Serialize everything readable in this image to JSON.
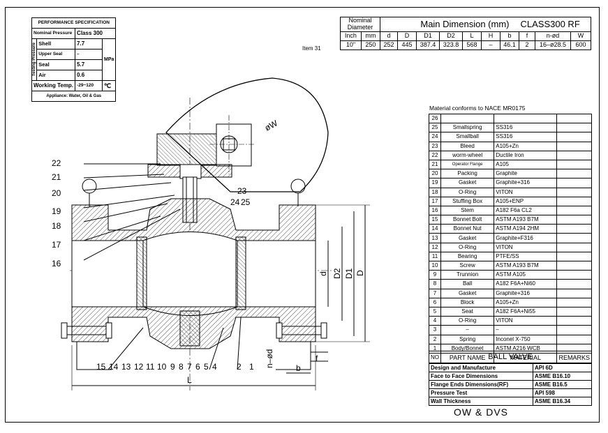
{
  "performance_spec": {
    "title": "PERFORMANCE SPECIFICATION",
    "nominal_pressure_label": "Nominal Pressure",
    "nominal_pressure_value": "Class 300",
    "testing_pressure_label": "Testing Pressure",
    "rows": [
      {
        "label": "Shell",
        "value": "7.7"
      },
      {
        "label": "Upper Seal",
        "value": "–"
      },
      {
        "label": "Seal",
        "value": "5.7"
      },
      {
        "label": "Air",
        "value": "0.6"
      }
    ],
    "unit": "MPa",
    "working_temp_label": "Working Temp.",
    "working_temp_value": "-29~120",
    "working_temp_unit": "℃",
    "appliance": "Appliance: Water, Oil & Gas"
  },
  "item_label": "Item 31",
  "dimension_table": {
    "nominal_diameter": "Nominal Diameter",
    "title": "Main Dimension (mm)",
    "class": "CLASS300 RF",
    "headers": [
      "Inch",
      "mm",
      "d",
      "D",
      "D1",
      "D2",
      "L",
      "H",
      "b",
      "f",
      "n-ød",
      "W"
    ],
    "values": [
      "10\"",
      "250",
      "252",
      "445",
      "387.4",
      "323.8",
      "568",
      "–",
      "46.1",
      "2",
      "16–ø28.5",
      "600"
    ]
  },
  "materials": {
    "title": "Material conforms to NACE MR0175",
    "rows": [
      {
        "no": "26",
        "name": "",
        "material": "",
        "remarks": ""
      },
      {
        "no": "25",
        "name": "Smallspring",
        "material": "SS316",
        "remarks": ""
      },
      {
        "no": "24",
        "name": "Smallball",
        "material": "SS316",
        "remarks": ""
      },
      {
        "no": "23",
        "name": "Bleed",
        "material": "A105+Zn",
        "remarks": ""
      },
      {
        "no": "22",
        "name": "worm-wheel",
        "material": "Ductile Iron",
        "remarks": ""
      },
      {
        "no": "21",
        "name": "Operator Flange",
        "material": "A105",
        "remarks": ""
      },
      {
        "no": "20",
        "name": "Packing",
        "material": "Graphite",
        "remarks": ""
      },
      {
        "no": "19",
        "name": "Gasket",
        "material": "Graphite+316",
        "remarks": ""
      },
      {
        "no": "18",
        "name": "O-Ring",
        "material": "VITON",
        "remarks": ""
      },
      {
        "no": "17",
        "name": "Stuffing Box",
        "material": "A105+ENP",
        "remarks": ""
      },
      {
        "no": "16",
        "name": "Stem",
        "material": "A182 F6a CL2",
        "remarks": ""
      },
      {
        "no": "15",
        "name": "Bonnet Bolt",
        "material": "ASTM A193 B7M",
        "remarks": ""
      },
      {
        "no": "14",
        "name": "Bonnet Nut",
        "material": "ASTM A194 2HM",
        "remarks": ""
      },
      {
        "no": "13",
        "name": "Gasket",
        "material": "Graphite+F316",
        "remarks": ""
      },
      {
        "no": "12",
        "name": "O-Ring",
        "material": "VITON",
        "remarks": ""
      },
      {
        "no": "11",
        "name": "Bearing",
        "material": "PTFE/SS",
        "remarks": ""
      },
      {
        "no": "10",
        "name": "Screw",
        "material": "ASTM A193 B7M",
        "remarks": ""
      },
      {
        "no": "9",
        "name": "Trunnion",
        "material": "ASTM A105",
        "remarks": ""
      },
      {
        "no": "8",
        "name": "Ball",
        "material": "A182 F6A+Ni60",
        "remarks": ""
      },
      {
        "no": "7",
        "name": "Gasket",
        "material": "Graphite+316",
        "remarks": ""
      },
      {
        "no": "6",
        "name": "Block",
        "material": "A105+Zn",
        "remarks": ""
      },
      {
        "no": "5",
        "name": "Seat",
        "material": "A182 F6A+Ni55",
        "remarks": ""
      },
      {
        "no": "4",
        "name": "O-Ring",
        "material": "VITON",
        "remarks": ""
      },
      {
        "no": "3",
        "name": "–",
        "material": "–",
        "remarks": ""
      },
      {
        "no": "2",
        "name": "Spring",
        "material": "Inconel X-750",
        "remarks": ""
      },
      {
        "no": "1",
        "name": "Body/Bonnet",
        "material": "ASTM A216 WCB",
        "remarks": ""
      }
    ],
    "header": {
      "no": "NO",
      "name": "PART NAME",
      "material": "MATERIAL",
      "remarks": "REMARKS"
    }
  },
  "product_title": "BALL VALVE",
  "standards": [
    {
      "label": "Design and Manufacture",
      "value": "API 6D"
    },
    {
      "label": "Face to Face Dimensions",
      "value": "ASME B16.10"
    },
    {
      "label": "Flange Ends Dimensions(RF)",
      "value": "ASME B16.5"
    },
    {
      "label": "Pressure Test",
      "value": "API 598"
    },
    {
      "label": "Wall Thickness",
      "value": "ASME B16.34"
    }
  ],
  "company": "OW & DVS",
  "drawing_labels": {
    "left": [
      "22",
      "21",
      "20",
      "19",
      "18",
      "17",
      "16"
    ],
    "upper": [
      "23",
      "24",
      "25"
    ],
    "bottom": [
      "15",
      "14",
      "13",
      "12",
      "11",
      "10",
      "9",
      "8",
      "7",
      "6",
      "5",
      "4",
      "2",
      "1"
    ],
    "dims": {
      "d": "d",
      "D2": "D2",
      "D1": "D1",
      "D": "D",
      "L": "L",
      "b": "b",
      "f": "f",
      "nd": "n–ød",
      "W": "øW"
    }
  }
}
